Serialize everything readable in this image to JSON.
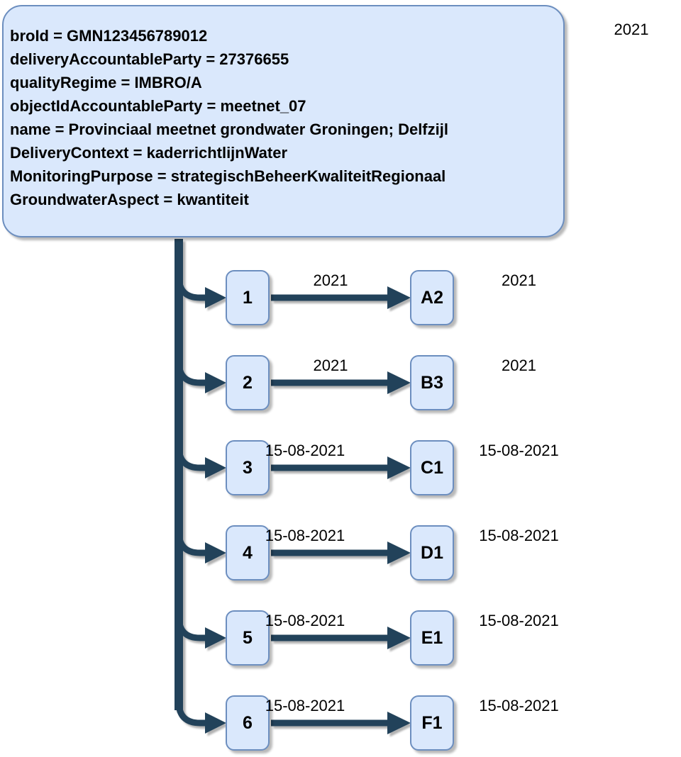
{
  "gmn_node": {
    "lines": [
      "broId = GMN123456789012",
      "deliveryAccountableParty = 27376655",
      "qualityRegime = IMBRO/A",
      "objectIdAccountableParty = meetnet_07",
      "name = Provinciaal meetnet grondwater Groningen; Delfzijl",
      "DeliveryContext = kaderrichtlijnWater",
      "MonitoringPurpose = strategischBeheerKwaliteitRegionaal",
      "GroundwaterAspect = kwantiteit"
    ]
  },
  "top_right_label": "2021",
  "rows": [
    {
      "source": "1",
      "target": "A2",
      "edge_label": "2021",
      "right_label": "2021"
    },
    {
      "source": "2",
      "target": "B3",
      "edge_label": "2021",
      "right_label": "2021"
    },
    {
      "source": "3",
      "target": "C1",
      "edge_label": "15-08-2021",
      "right_label": "15-08-2021"
    },
    {
      "source": "4",
      "target": "D1",
      "edge_label": "15-08-2021",
      "right_label": "15-08-2021"
    },
    {
      "source": "5",
      "target": "E1",
      "edge_label": "15-08-2021",
      "right_label": "15-08-2021"
    },
    {
      "source": "6",
      "target": "F1",
      "edge_label": "15-08-2021",
      "right_label": "15-08-2021"
    }
  ],
  "colors": {
    "node_fill": "#dae8fc",
    "node_border": "#6c8ebf",
    "connector": "#24435a",
    "text": "#000000",
    "canvas_bg": "#ffffff"
  }
}
